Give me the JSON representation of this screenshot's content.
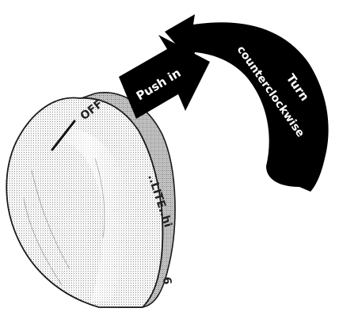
{
  "knob": {
    "off_label": "OFF",
    "scale_label": "..LITE..hi",
    "number_label": "6"
  },
  "arrows": {
    "push_label": "Push in",
    "turn_label_line1": "Turn",
    "turn_label_line2": "counterclockwise"
  },
  "colors": {
    "arrow_fill": "#000000",
    "arrow_text": "#ffffff",
    "knob_outline": "#1a1a1a",
    "knob_text": "#222222"
  }
}
